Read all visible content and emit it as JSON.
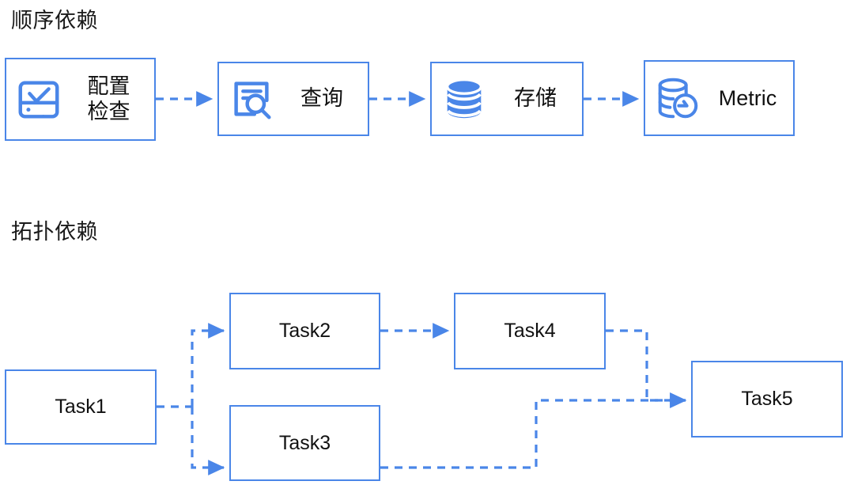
{
  "page": {
    "background": "#ffffff",
    "accent_color": "#4a86e8",
    "text_color": "#111111"
  },
  "sections": {
    "sequential": {
      "heading": "顺序依赖",
      "nodes": [
        {
          "id": "config-check",
          "label": "配置\n检查",
          "icon": "config-check-icon"
        },
        {
          "id": "query",
          "label": "查询",
          "icon": "document-search-icon"
        },
        {
          "id": "storage",
          "label": "存储",
          "icon": "database-icon"
        },
        {
          "id": "metric",
          "label": "Metric",
          "icon": "database-clock-icon"
        }
      ],
      "edges": [
        {
          "from": "config-check",
          "to": "query",
          "style": "dashed-arrow"
        },
        {
          "from": "query",
          "to": "storage",
          "style": "dashed-arrow"
        },
        {
          "from": "storage",
          "to": "metric",
          "style": "dashed-arrow"
        }
      ]
    },
    "topological": {
      "heading": "拓扑依赖",
      "nodes": [
        {
          "id": "task1",
          "label": "Task1"
        },
        {
          "id": "task2",
          "label": "Task2"
        },
        {
          "id": "task3",
          "label": "Task3"
        },
        {
          "id": "task4",
          "label": "Task4"
        },
        {
          "id": "task5",
          "label": "Task5"
        }
      ],
      "edges": [
        {
          "from": "task1",
          "to": "task2",
          "style": "dashed-arrow"
        },
        {
          "from": "task1",
          "to": "task3",
          "style": "dashed-arrow"
        },
        {
          "from": "task2",
          "to": "task4",
          "style": "dashed-arrow"
        },
        {
          "from": "task4",
          "to": "task5",
          "style": "dashed-arrow"
        },
        {
          "from": "task3",
          "to": "task5",
          "style": "dashed-arrow"
        }
      ]
    }
  }
}
